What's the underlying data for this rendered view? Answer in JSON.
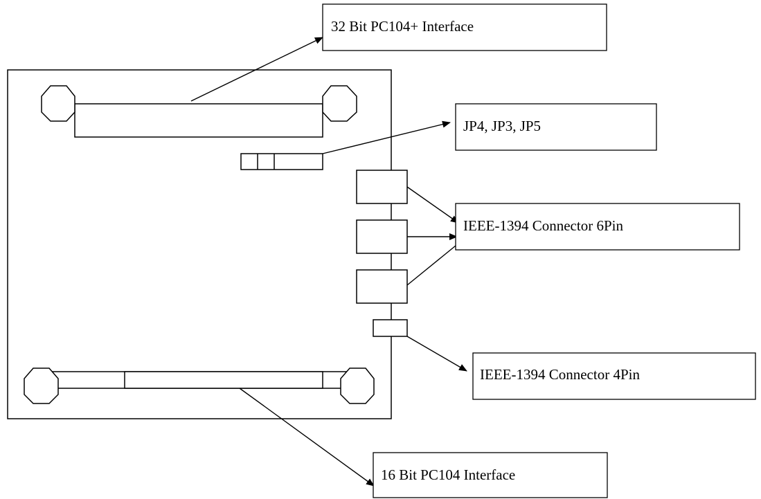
{
  "labels": {
    "pc104_plus": "32 Bit PC104+ Interface",
    "jumpers": "JP4, JP3, JP5",
    "ieee_6pin": "IEEE-1394 Connector 6Pin",
    "ieee_4pin": "IEEE-1394 Connector 4Pin",
    "pc104": "16 Bit PC104 Interface"
  }
}
